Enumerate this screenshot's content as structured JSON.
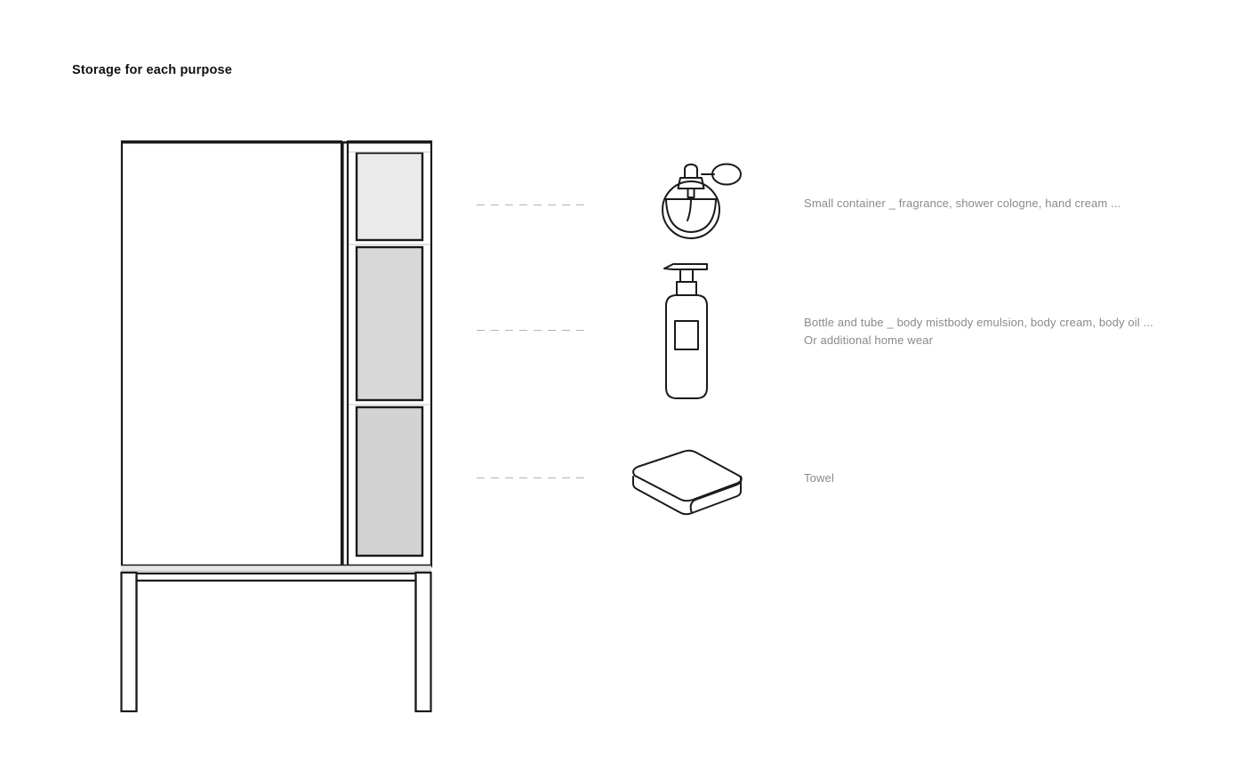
{
  "page": {
    "title": "Storage for each purpose",
    "background_color": "#ffffff",
    "line_color": "#1a1a1a",
    "caption_color": "#8a8a8a",
    "dash_color": "#b4b4b4"
  },
  "illustration": {
    "name": "storage-cabinet-elevation",
    "door": {
      "label": "large-left-door",
      "fill": "#ffffff"
    },
    "shelves": [
      {
        "label": "top-shelf",
        "fill": "#eaeaea"
      },
      {
        "label": "middle-shelf",
        "fill": "#d8d8d8"
      },
      {
        "label": "bottom-shelf",
        "fill": "#d3d3d3"
      }
    ],
    "plinth": {
      "label": "base-plinth",
      "fill": "#e6e6e6"
    },
    "legs": {
      "label": "leg-frame",
      "count": 2
    }
  },
  "rows": [
    {
      "icon": "perfume-atomizer-icon",
      "caption_line1": "Small container _ fragrance, shower cologne, hand cream ...",
      "caption_line2": ""
    },
    {
      "icon": "pump-bottle-icon",
      "caption_line1": "Bottle and tube _ body mistbody emulsion, body cream, body oil ...",
      "caption_line2": "Or additional home wear"
    },
    {
      "icon": "folded-towel-icon",
      "caption_line1": "Towel",
      "caption_line2": ""
    }
  ]
}
